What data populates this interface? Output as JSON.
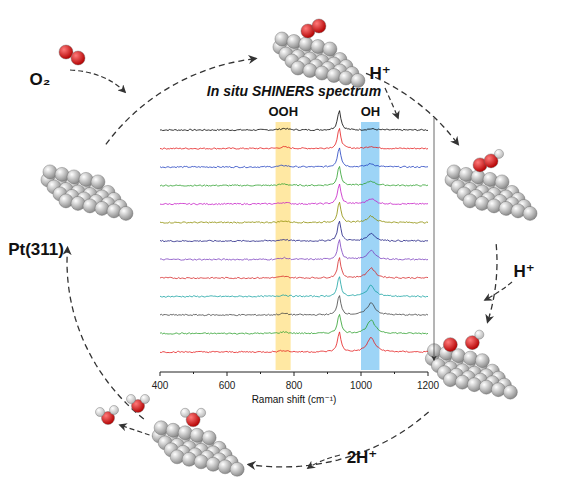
{
  "diagram": {
    "labels": [
      "In situ SHINERS spectrum",
      "OOH",
      "OH",
      "400",
      "600",
      "800",
      "1000",
      "1200",
      "Raman shift (cm⁻¹)",
      "O₂",
      "H⁺",
      "H⁺",
      "2H⁺",
      "Pt(311)"
    ]
  }
}
